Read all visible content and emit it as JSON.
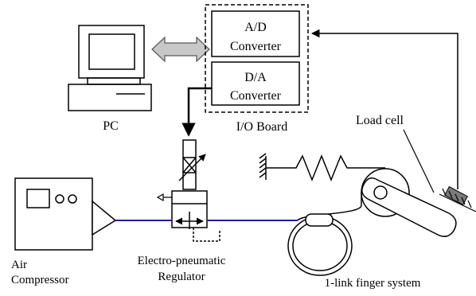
{
  "io_board": {
    "label": "I/O Board",
    "ad_line1": "A/D",
    "ad_line2": "Converter",
    "da_line1": "D/A",
    "da_line2": "Converter"
  },
  "pc": {
    "label": "PC"
  },
  "load_cell": {
    "label": "Load cell"
  },
  "regulator": {
    "label_line1": "Electro-pneumatic",
    "label_line2": "Regulator"
  },
  "compressor": {
    "label_line1": "Air",
    "label_line2": "Compressor"
  },
  "finger_system": {
    "label": "1-link finger system"
  },
  "colors": {
    "air_line": "#1f1fa8",
    "double_arrow_fill": "#c8c8c8",
    "load_cell_fill": "#7a7a7a",
    "stroke": "#000000"
  },
  "icons": [
    "computer-icon",
    "double-arrow-icon",
    "spring-icon",
    "ground-hatch-icon",
    "pulley-icon",
    "solenoid-valve-icon",
    "compressor-icon",
    "muscle-actuator-icon"
  ]
}
